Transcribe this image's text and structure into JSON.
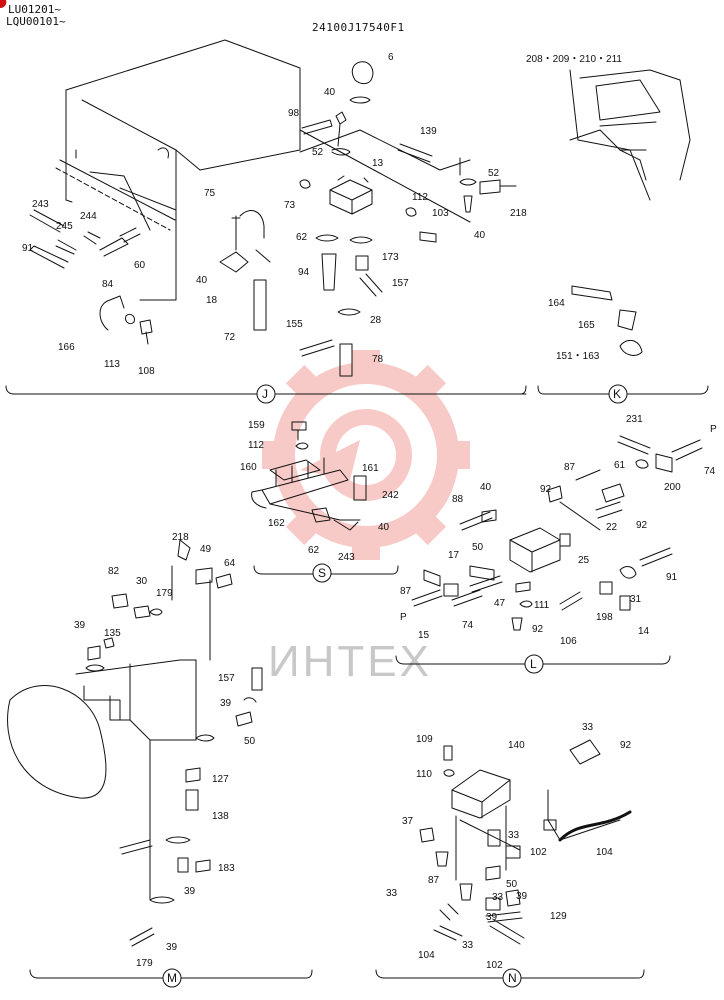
{
  "header": {
    "serial_lines": [
      "LU01201~",
      "LQU00101~"
    ],
    "drawing_number": "24100J17540F1"
  },
  "watermark": {
    "text": "ИНТЕХ",
    "color": "#e8443a"
  },
  "sections": [
    {
      "id": "J",
      "parts": [
        "6",
        "40",
        "98",
        "52",
        "139",
        "13",
        "73",
        "75",
        "112",
        "103",
        "52",
        "218",
        "40",
        "243",
        "245",
        "244",
        "91",
        "60",
        "84",
        "62",
        "173",
        "94",
        "157",
        "18",
        "40",
        "72",
        "155",
        "28",
        "166",
        "113",
        "108",
        "78"
      ]
    },
    {
      "id": "K",
      "header_parts": "208・209・210・211",
      "parts": [
        "164",
        "165",
        "151・163"
      ]
    },
    {
      "id": "S",
      "parts": [
        "159",
        "112",
        "160",
        "161",
        "242",
        "40",
        "162",
        "62",
        "243"
      ]
    },
    {
      "id": "L",
      "parts": [
        "231",
        "P",
        "61",
        "74",
        "200",
        "87",
        "88",
        "40",
        "92",
        "22",
        "92",
        "25",
        "50",
        "17",
        "91",
        "87",
        "47",
        "111",
        "31",
        "15",
        "74",
        "92",
        "106",
        "198",
        "14",
        "P"
      ]
    },
    {
      "id": "M",
      "parts": [
        "218",
        "49",
        "64",
        "82",
        "30",
        "179",
        "39",
        "135",
        "157",
        "39",
        "50",
        "127",
        "138",
        "183",
        "39",
        "39",
        "179"
      ]
    },
    {
      "id": "N",
      "parts": [
        "33",
        "109",
        "140",
        "92",
        "110",
        "37",
        "33",
        "102",
        "104",
        "87",
        "33",
        "50",
        "33",
        "39",
        "39",
        "129",
        "104",
        "33",
        "102"
      ]
    }
  ]
}
